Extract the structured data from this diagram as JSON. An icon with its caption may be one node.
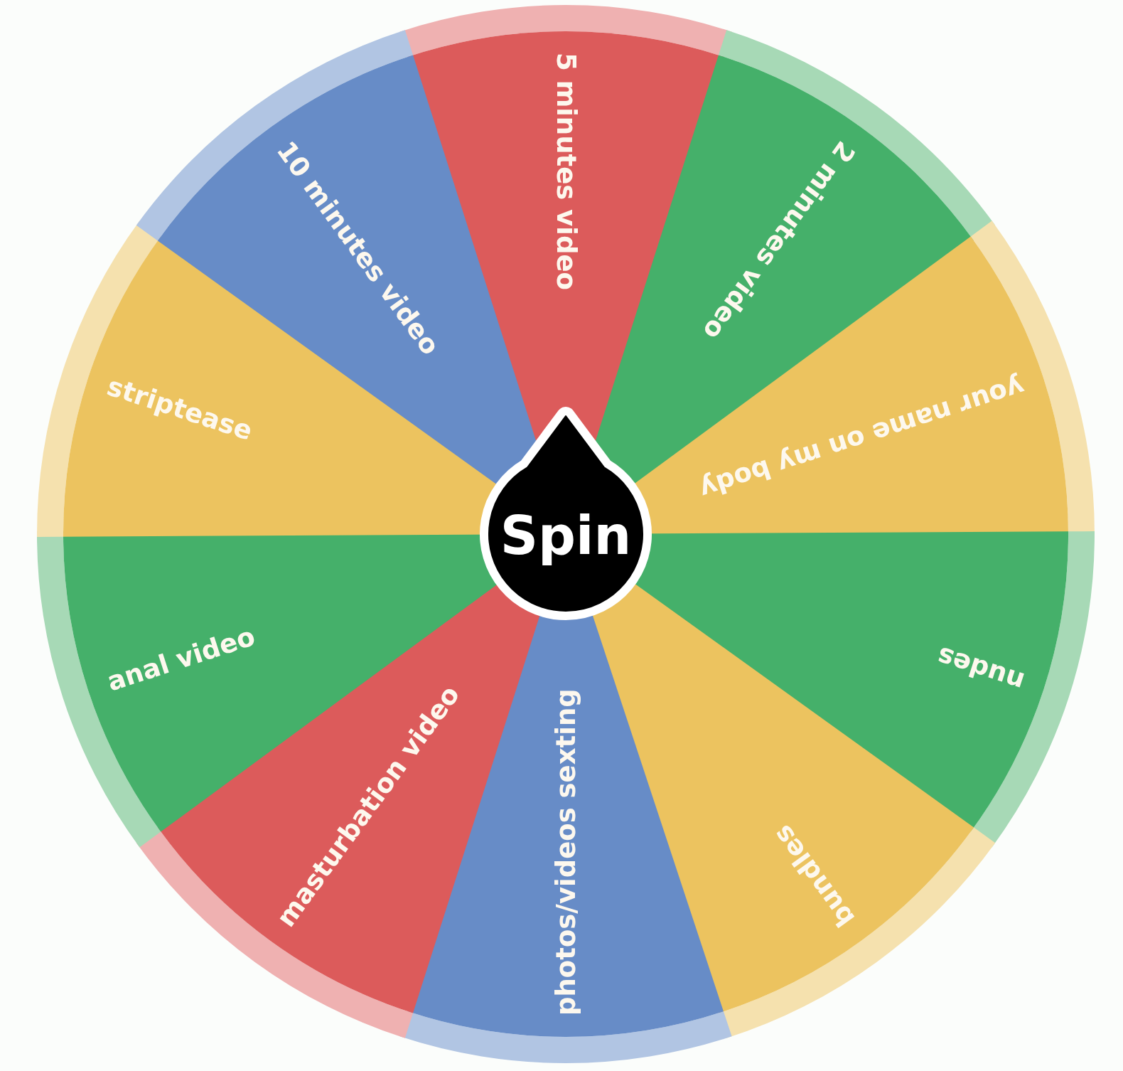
{
  "diagram": {
    "nodes": [
      {
        "text": [
          "5 minutes video"
        ]
      },
      {
        "text": [
          "2 minutes video"
        ]
      },
      {
        "text": [
          "your name on my body"
        ]
      },
      {
        "text": [
          "nudes"
        ]
      },
      {
        "text": [
          "bundles"
        ]
      },
      {
        "text": [
          "photos/videos sexting"
        ]
      },
      {
        "text": [
          "masturbation video"
        ]
      },
      {
        "text": [
          "anal video"
        ]
      },
      {
        "text": [
          "striptease"
        ]
      },
      {
        "text": [
          "10 minutes video"
        ]
      },
      {
        "text": [
          "Spin"
        ]
      }
    ]
  }
}
